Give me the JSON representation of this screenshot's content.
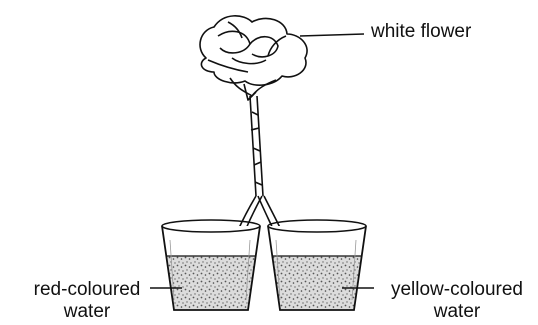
{
  "labels": {
    "flower": "white flower",
    "red_line1": "red-coloured",
    "red_line2": "water",
    "yellow_line1": "yellow-coloured",
    "yellow_line2": "water"
  },
  "colors": {
    "ink": "#111111",
    "background": "#ffffff"
  }
}
